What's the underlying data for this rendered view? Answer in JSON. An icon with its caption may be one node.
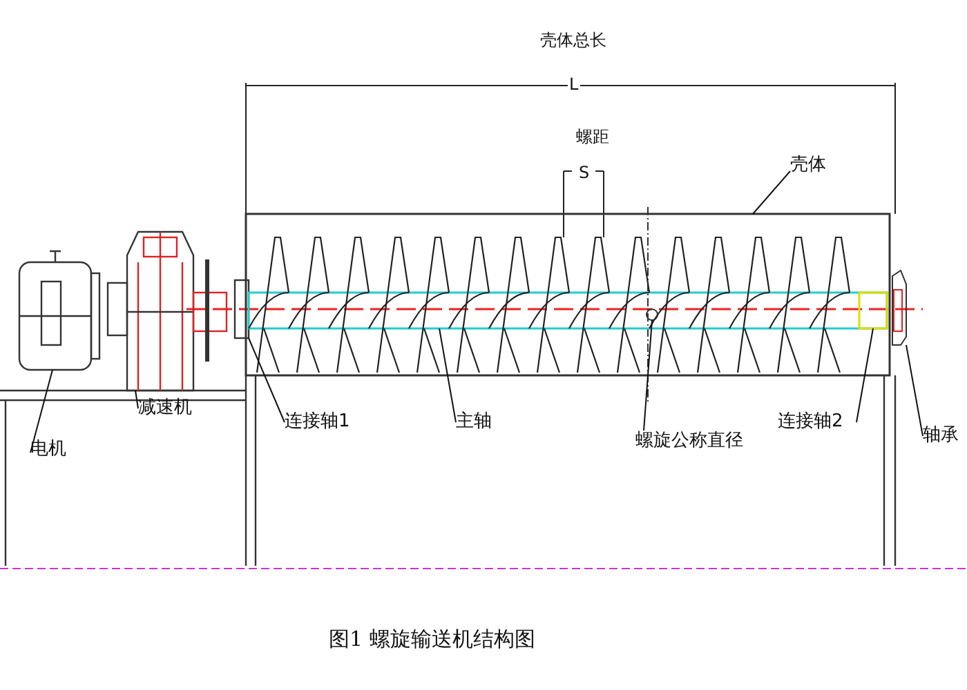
{
  "diagram": {
    "caption": "图1 螺旋输送机结构图",
    "nodes": [
      {
        "text": [
          "电机"
        ]
      },
      {
        "text": [
          "减速机"
        ]
      },
      {
        "text": [
          "连接轴1"
        ]
      },
      {
        "text": [
          "主轴"
        ]
      },
      {
        "text": [
          "螺旋公称直径"
        ]
      },
      {
        "text": [
          "连接轴2"
        ]
      },
      {
        "text": [
          "轴承"
        ]
      },
      {
        "text": [
          "壳体"
        ]
      },
      {
        "text": [],
        "shape": "picture"
      },
      {
        "text": [],
        "shape": "picture"
      },
      {
        "text": [],
        "shape": "picture"
      },
      {
        "text": [],
        "shape": "picture",
        "in": 15
      },
      {
        "text": [],
        "shape": "picture"
      },
      {
        "text": [],
        "shape": "box",
        "in": 11
      },
      {
        "text": [],
        "shape": "picture"
      },
      {
        "text": [],
        "shape": "box"
      }
    ],
    "edges": [
      {
        "from": 0,
        "to": 8,
        "arrow": "none"
      },
      {
        "from": 1,
        "to": 9,
        "arrow": "none"
      },
      {
        "from": 2,
        "to": 10,
        "arrow": "none"
      },
      {
        "from": 3,
        "to": 11,
        "arrow": "none"
      },
      {
        "from": 4,
        "to": 12,
        "arrow": "none"
      },
      {
        "from": 5,
        "to": 13,
        "arrow": "none"
      },
      {
        "from": 6,
        "to": 14,
        "arrow": "none"
      },
      {
        "from": 7,
        "to": 15,
        "arrow": "none"
      }
    ],
    "labels": [
      "壳体总长",
      "L",
      "螺距",
      "S"
    ]
  }
}
